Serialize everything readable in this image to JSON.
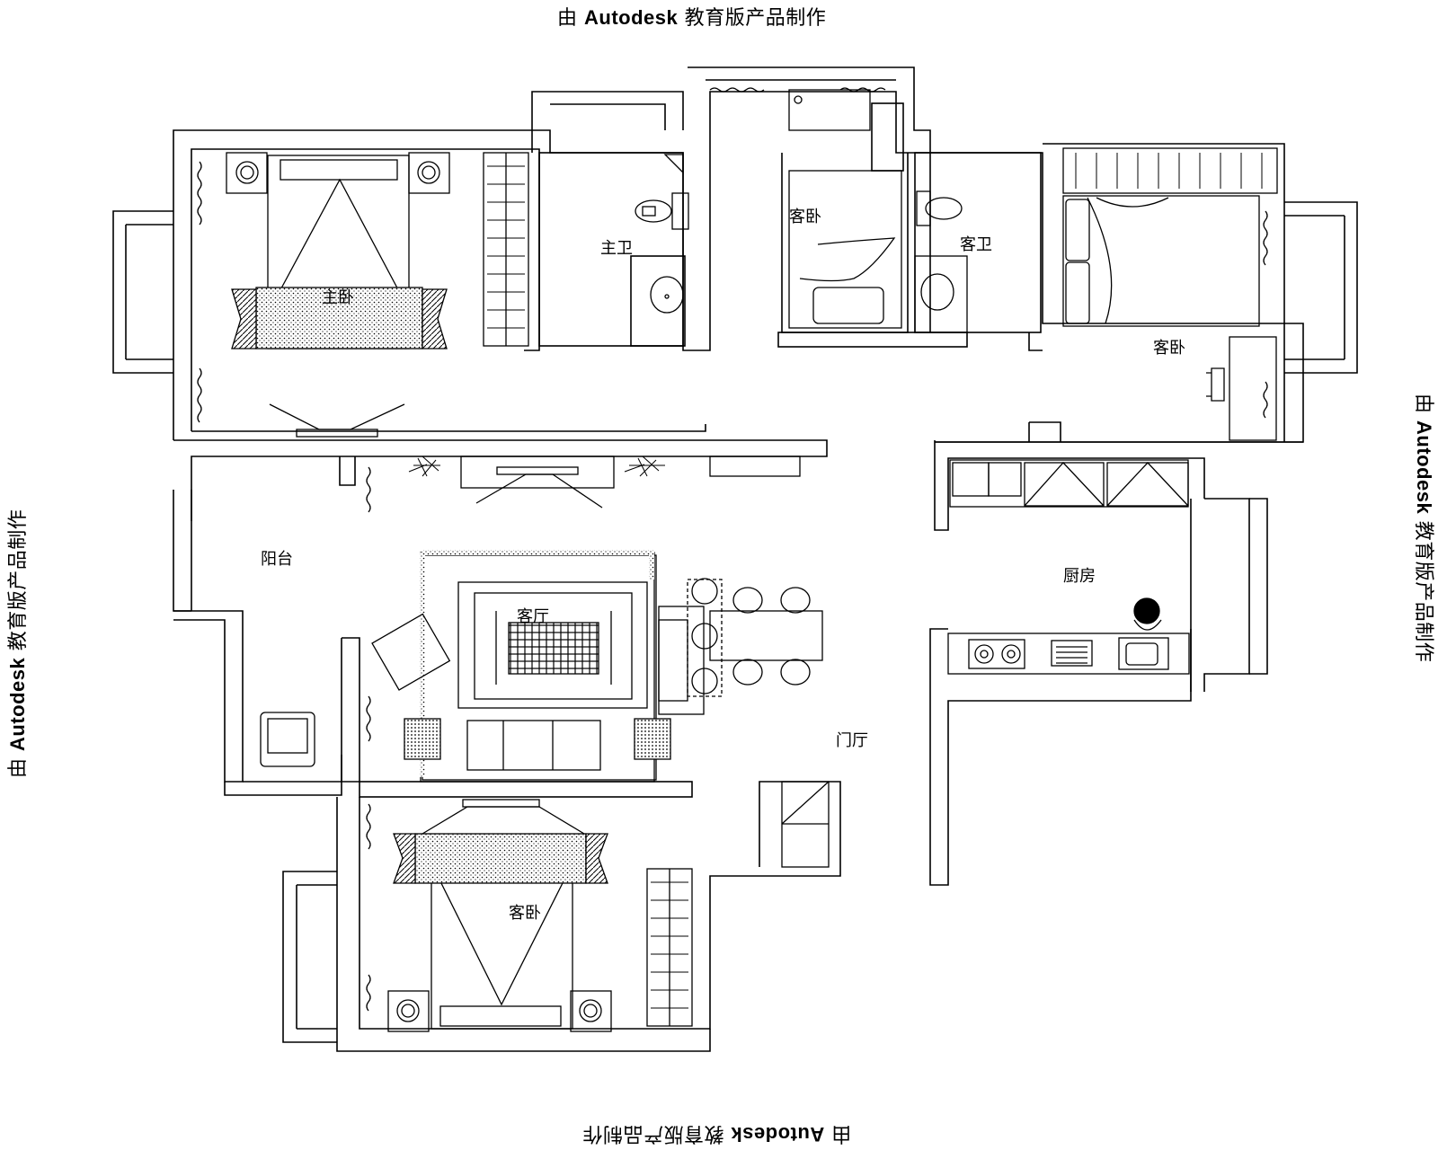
{
  "watermark": {
    "prefix": "由 ",
    "brand": "Autodesk",
    "suffix": " 教育版产品制作"
  },
  "rooms": {
    "master_bedroom": "主卧",
    "master_bath": "主卫",
    "guest_bedroom_a": "客卧",
    "guest_bath": "客卫",
    "guest_bedroom_b": "客卧",
    "balcony": "阳台",
    "living_room": "客厅",
    "kitchen": "厨房",
    "foyer": "门厅",
    "guest_bedroom_c": "客卧"
  },
  "colors": {
    "line": "#000000",
    "background": "#ffffff"
  }
}
